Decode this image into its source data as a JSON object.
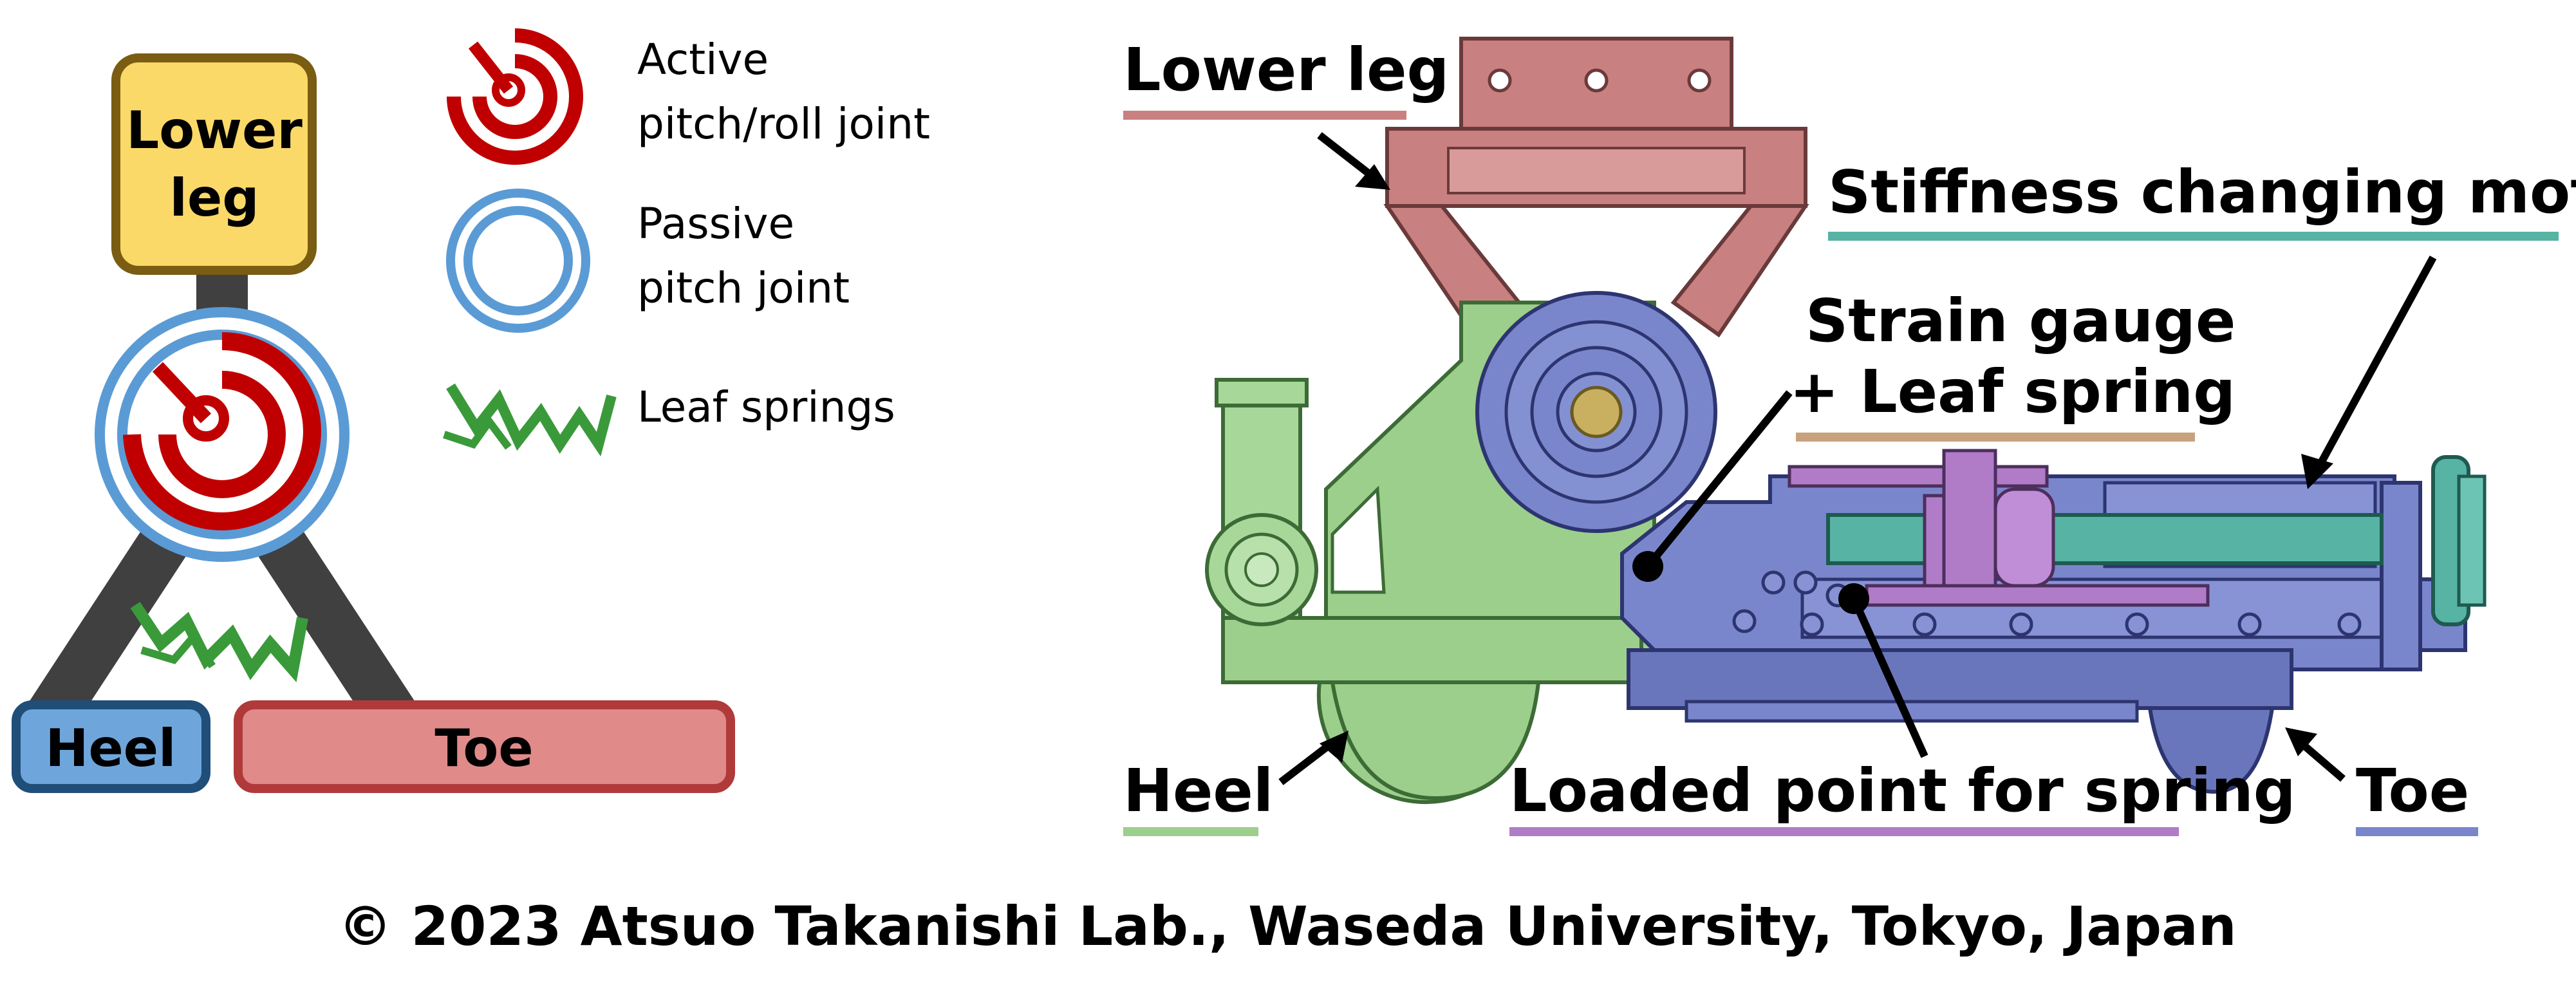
{
  "schematic": {
    "lower_leg": [
      "Lower",
      "leg"
    ],
    "heel": "Heel",
    "toe": "Toe"
  },
  "legend": {
    "active_joint": [
      "Active",
      "pitch/roll joint"
    ],
    "passive_joint": [
      "Passive",
      "pitch joint"
    ],
    "leaf_springs": "Leaf springs"
  },
  "cad_labels": {
    "lower_leg": "Lower leg",
    "stiffness_motor": "Stiffness changing motor",
    "strain_gauge": [
      "Strain gauge",
      "+ Leaf spring"
    ],
    "heel": "Heel",
    "loaded_point": "Loaded point for spring",
    "toe": "Toe"
  },
  "copyright": "© 2023 Atsuo Takanishi Lab., Waseda University, Tokyo, Japan",
  "colors": {
    "lower_leg_fill": "#fbd968",
    "lower_leg_stroke": "#7a5c12",
    "heel_fill": "#6ea6dc",
    "heel_stroke": "#1f4e79",
    "toe_fill": "#e08a8a",
    "toe_stroke": "#b03a3a",
    "active_red": "#c00000",
    "passive_blue": "#5b9bd5",
    "spring_green": "#3a9a3a",
    "pink_part": "#c98080",
    "green_part": "#9ccf8c",
    "blue_part": "#7a86cc",
    "teal_part": "#57b3a3",
    "purple_part": "#b07cc8",
    "tan_part": "#c8a27e"
  }
}
